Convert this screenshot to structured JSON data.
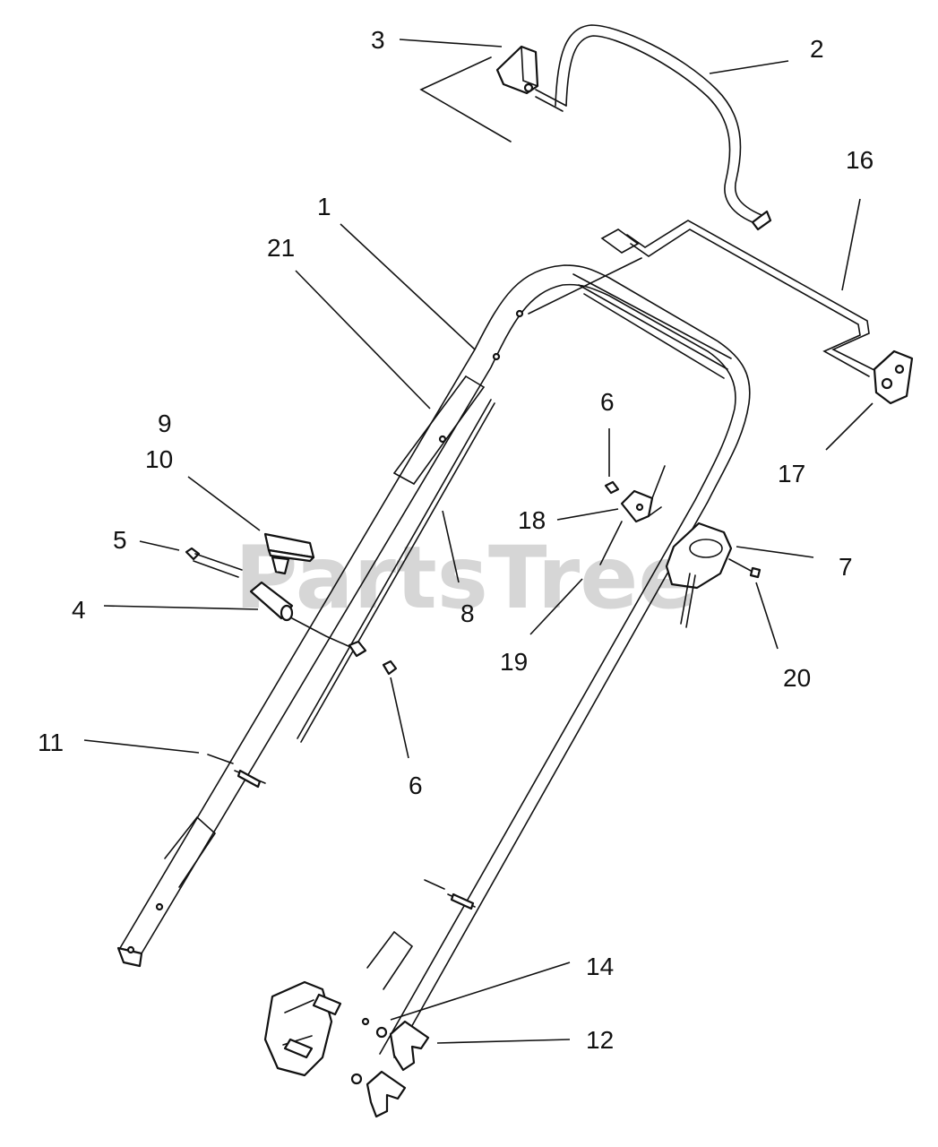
{
  "watermark": "PartsTree",
  "callouts": [
    {
      "id": "c3",
      "label": "3"
    },
    {
      "id": "c2",
      "label": "2"
    },
    {
      "id": "c16",
      "label": "16"
    },
    {
      "id": "c1",
      "label": "1"
    },
    {
      "id": "c21",
      "label": "21"
    },
    {
      "id": "c9",
      "label": "9"
    },
    {
      "id": "c10",
      "label": "10"
    },
    {
      "id": "c5",
      "label": "5"
    },
    {
      "id": "c4",
      "label": "4"
    },
    {
      "id": "c6a",
      "label": "6"
    },
    {
      "id": "c18",
      "label": "18"
    },
    {
      "id": "c8",
      "label": "8"
    },
    {
      "id": "c7",
      "label": "7"
    },
    {
      "id": "c17",
      "label": "17"
    },
    {
      "id": "c19",
      "label": "19"
    },
    {
      "id": "c20",
      "label": "20"
    },
    {
      "id": "c11",
      "label": "11"
    },
    {
      "id": "c6b",
      "label": "6"
    },
    {
      "id": "c14",
      "label": "14"
    },
    {
      "id": "c12",
      "label": "12"
    }
  ]
}
